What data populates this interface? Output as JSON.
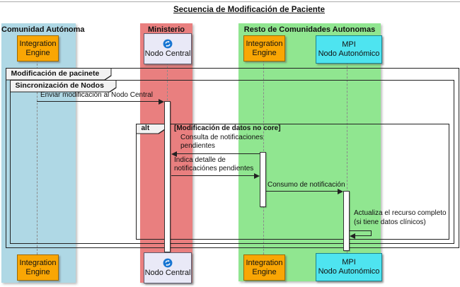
{
  "title": "Secuencia de Modificación de Paciente",
  "colors": {
    "comunidad_bg": "#AFD8E5",
    "ministerio_bg": "#E97F7F",
    "resto_bg": "#90E690",
    "integration_engine_bg": "#F9A604",
    "mpi_bg": "#4EE4F0",
    "nodo_central_bg": "#E9E9F7",
    "sync_icon_blue": "#1976D2"
  },
  "groups": {
    "comunidad": {
      "label": "Comunidad Autónoma"
    },
    "ministerio": {
      "label": "Ministerio"
    },
    "resto": {
      "label": "Resto de Comunidades Autonomas"
    }
  },
  "participants": {
    "ie_ca": {
      "line1": "Integration",
      "line2": "Engine"
    },
    "nodo_central": {
      "label": "Nodo Central",
      "icon": "sync-icon"
    },
    "ie_resto": {
      "line1": "Integration",
      "line2": "Engine"
    },
    "mpi": {
      "line1": "MPI",
      "line2": "Nodo Autonómico"
    }
  },
  "frames": {
    "outer": {
      "label": "Modificación de pacinete"
    },
    "inner": {
      "label": "Sincronización de Nodos"
    },
    "alt": {
      "label": "alt",
      "guard": "[Modificación de datos no core]"
    }
  },
  "messages": {
    "m1": {
      "text": "Enviar modificación al Nodo Central",
      "from": "Integration Engine (Comunidad Autónoma)",
      "to": "Nodo Central"
    },
    "m2": {
      "line1": "Consulta de notificaciones",
      "line2": "pendientes",
      "from": "Integration Engine (Resto)",
      "to": "Nodo Central"
    },
    "m3": {
      "line1": "Indica detalle de",
      "line2": "notificaciónes pendientes",
      "from": "Nodo Central",
      "to": "Integration Engine (Resto)"
    },
    "m4": {
      "text": "Consumo de notificación",
      "from": "Integration Engine (Resto)",
      "to": "MPI Nodo Autonómico"
    },
    "m5": {
      "line1": "Actualiza el recurso completo",
      "line2": "(si tiene datos clínicos)",
      "type": "self-message",
      "on": "MPI Nodo Autonómico"
    }
  }
}
